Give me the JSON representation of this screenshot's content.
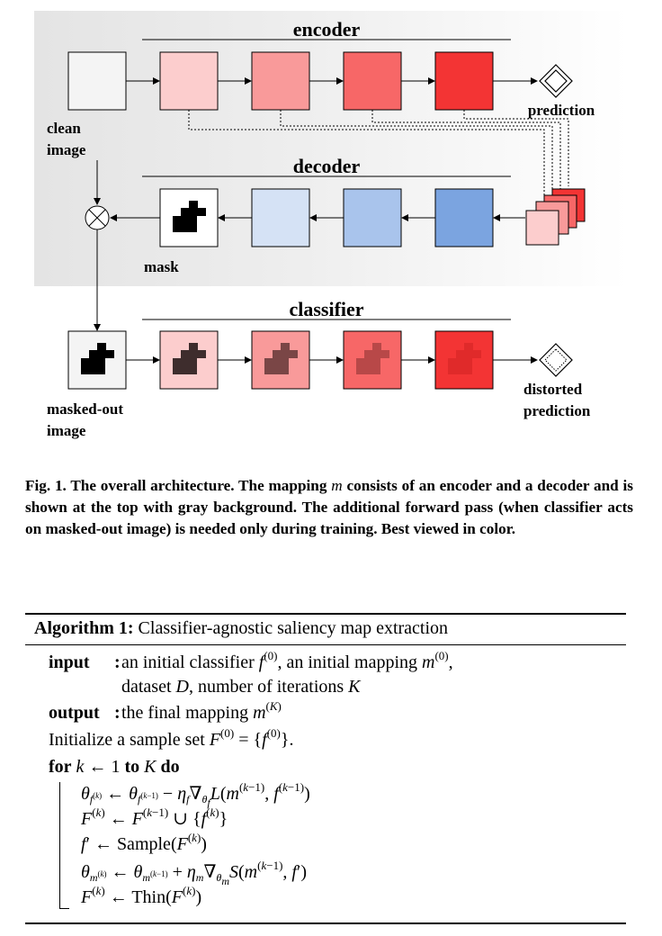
{
  "figure": {
    "encoder_title": "encoder",
    "decoder_title": "decoder",
    "classifier_title": "classifier",
    "clean_label_1": "clean",
    "clean_label_2": "image",
    "prediction_label": "prediction",
    "mask_label": "mask",
    "masked_label_1": "masked-out",
    "masked_label_2": "image",
    "distorted_label_1": "distorted",
    "distorted_label_2": "prediction",
    "colors": {
      "background_gray": "#ececec",
      "encoder_blocks": [
        "#fccdcd",
        "#f99a9a",
        "#f76767",
        "#f33434"
      ],
      "decoder_blocks": [
        "#d5e2f5",
        "#a9c4ec",
        "#7ba4e0"
      ]
    }
  },
  "caption": {
    "prefix": "Fig. 1. The overall architecture. The mapping ",
    "var": "m",
    "suffix": " consists of an encoder and a decoder and is shown at the top with gray background. The additional forward pass (when classifier acts on masked-out image) is needed only during training. Best viewed in color."
  },
  "algorithm": {
    "header_label": "Algorithm 1:",
    "header_title": "Classifier-agnostic saliency map extraction",
    "input_kw": "input",
    "input_text": "an initial classifier",
    "input_text_2": ", an initial mapping",
    "input_line2_a": "dataset",
    "input_line2_b": ", number of iterations",
    "output_kw": "output",
    "output_text": "the final mapping",
    "init_text": "Initialize a sample set",
    "for_kw": "for",
    "to_kw": "to",
    "do_kw": "do",
    "sample_text": "Sample",
    "thin_text": "Thin"
  }
}
